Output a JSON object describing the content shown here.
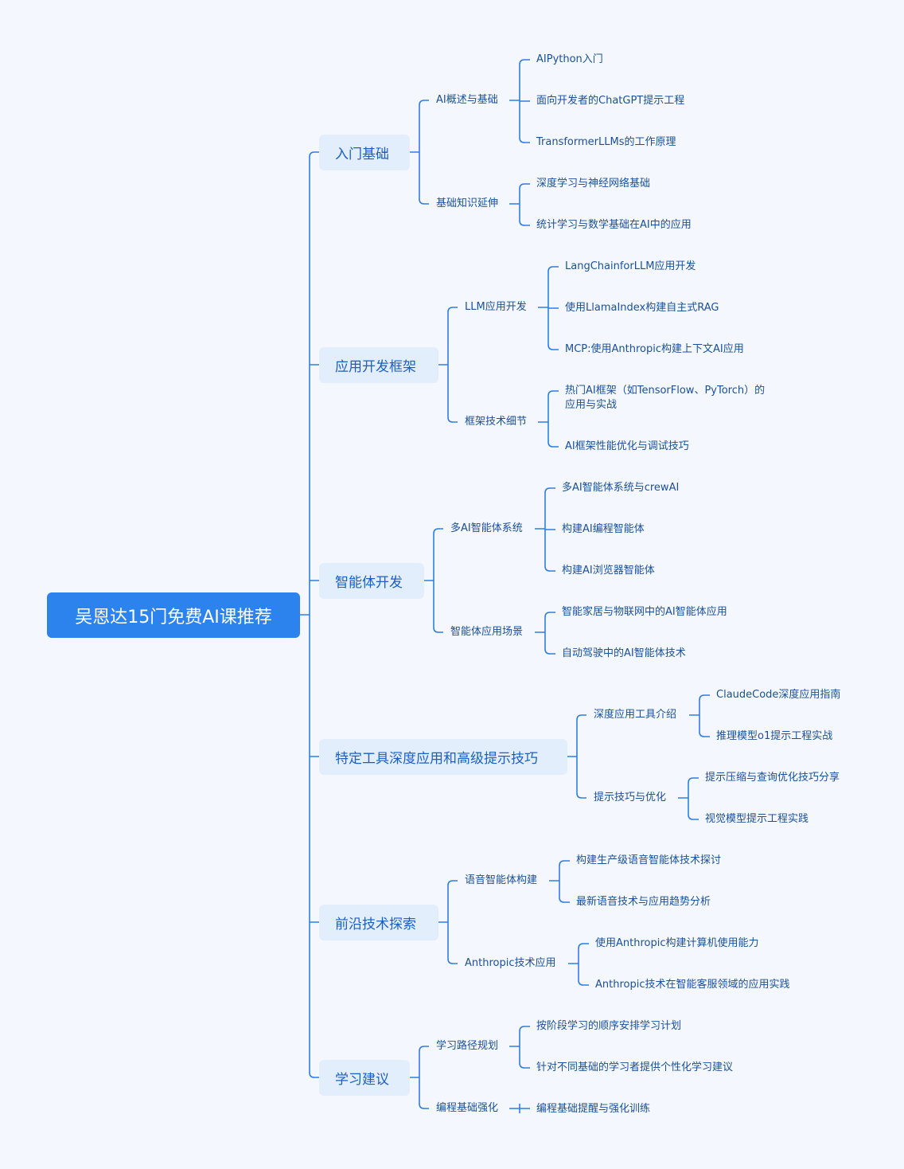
{
  "mindmap": {
    "root": "吴恩达15门免费AI课推荐",
    "line_color": "#2f7de6",
    "branches": [
      {
        "label": "入门基础",
        "children": [
          {
            "label": "AI概述与基础",
            "children": [
              "AIPython入门",
              "面向开发者的ChatGPT提示工程",
              "TransformerLLMs的工作原理"
            ]
          },
          {
            "label": "基础知识延伸",
            "children": [
              "深度学习与神经网络基础",
              "统计学习与数学基础在AI中的应用"
            ]
          }
        ]
      },
      {
        "label": "应用开发框架",
        "children": [
          {
            "label": "LLM应用开发",
            "children": [
              "LangChainforLLM应用开发",
              "使用LlamaIndex构建自主式RAG",
              "MCP:使用Anthropic构建上下文AI应用"
            ]
          },
          {
            "label": "框架技术细节",
            "children": [
              "热门AI框架（如TensorFlow、PyTorch）的",
              "应用与实战",
              "AI框架性能优化与调试技巧"
            ]
          }
        ]
      },
      {
        "label": "智能体开发",
        "children": [
          {
            "label": "多AI智能体系统",
            "children": [
              "多AI智能体系统与crewAI",
              "构建AI编程智能体",
              "构建AI浏览器智能体"
            ]
          },
          {
            "label": "智能体应用场景",
            "children": [
              "智能家居与物联网中的AI智能体应用",
              "自动驾驶中的AI智能体技术"
            ]
          }
        ]
      },
      {
        "label": "特定工具深度应用和高级提示技巧",
        "children": [
          {
            "label": "深度应用工具介绍",
            "children": [
              "ClaudeCode深度应用指南",
              "推理模型o1提示工程实战"
            ]
          },
          {
            "label": "提示技巧与优化",
            "children": [
              "提示压缩与查询优化技巧分享",
              "视觉模型提示工程实践"
            ]
          }
        ]
      },
      {
        "label": "前沿技术探索",
        "children": [
          {
            "label": "语音智能体构建",
            "children": [
              "构建生产级语音智能体技术探讨",
              "最新语音技术与应用趋势分析"
            ]
          },
          {
            "label": "Anthropic技术应用",
            "children": [
              "使用Anthropic构建计算机使用能力",
              "Anthropic技术在智能客服领域的应用实践"
            ]
          }
        ]
      },
      {
        "label": "学习建议",
        "children": [
          {
            "label": "学习路径规划",
            "children": [
              "按阶段学习的顺序安排学习计划",
              "针对不同基础的学习者提供个性化学习建议"
            ]
          },
          {
            "label": "编程基础强化",
            "children": [
              "编程基础提醒与强化训练"
            ]
          }
        ]
      }
    ]
  }
}
